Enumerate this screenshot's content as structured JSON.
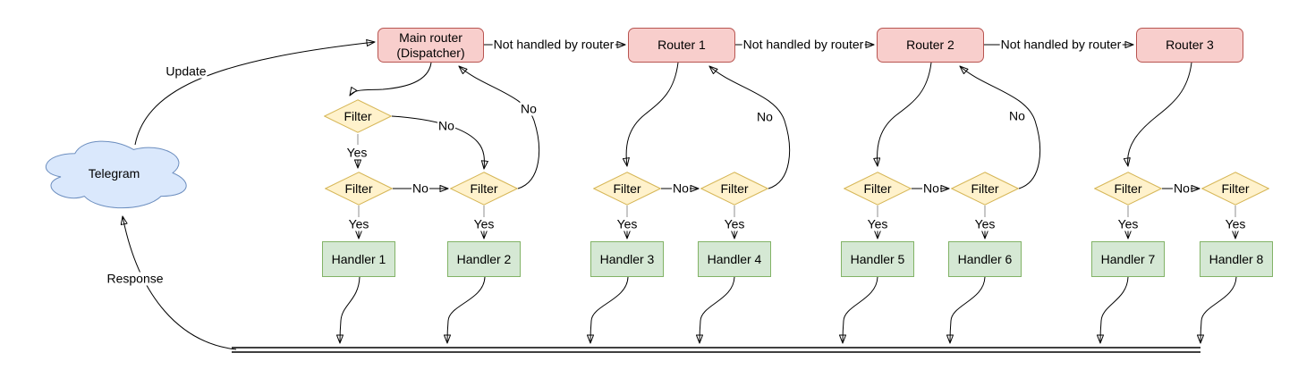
{
  "colors": {
    "cloud_fill": "#dae8fc",
    "cloud_stroke": "#6c8ebf",
    "router_fill": "#f8cecc",
    "router_stroke": "#b85450",
    "filter_fill": "#fff2cc",
    "filter_stroke": "#d6b656",
    "handler_fill": "#d5e8d4",
    "handler_stroke": "#82b366",
    "edge_stroke": "#000000",
    "yes_stub_stroke": "#8f8f8f"
  },
  "cloud": {
    "label": "Telegram"
  },
  "dispatcher": {
    "line1": "Main router",
    "line2": "(Dispatcher)"
  },
  "routers": [
    {
      "label": "Router 1"
    },
    {
      "label": "Router 2"
    },
    {
      "label": "Router 3"
    }
  ],
  "filter_label": "Filter",
  "handlers": [
    {
      "label": "Handler 1"
    },
    {
      "label": "Handler 2"
    },
    {
      "label": "Handler 3"
    },
    {
      "label": "Handler 4"
    },
    {
      "label": "Handler 5"
    },
    {
      "label": "Handler 6"
    },
    {
      "label": "Handler 7"
    },
    {
      "label": "Handler 8"
    }
  ],
  "edge_labels": {
    "update": "Update",
    "response": "Response",
    "not_handled": "Not handled by router",
    "yes": "Yes",
    "no": "No"
  }
}
